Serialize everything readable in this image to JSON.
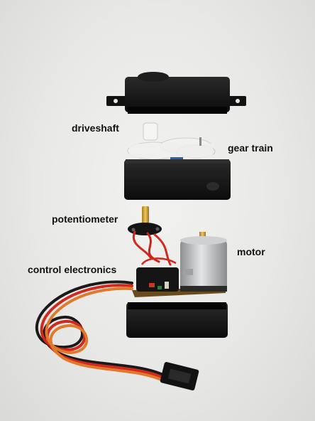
{
  "labels": {
    "driveshaft": "driveshaft",
    "gear_train": "gear train",
    "potentiometer": "potentiometer",
    "motor": "motor",
    "control_electronics": "control electronics"
  },
  "colors": {
    "background": "#e9e9e7",
    "case": "#141414",
    "gear": "#f3f3f1",
    "motor_can": "#b9bbbd",
    "wire_red": "#d2281e",
    "wire_orange": "#e07a2a",
    "wire_black": "#1a1a1a"
  }
}
